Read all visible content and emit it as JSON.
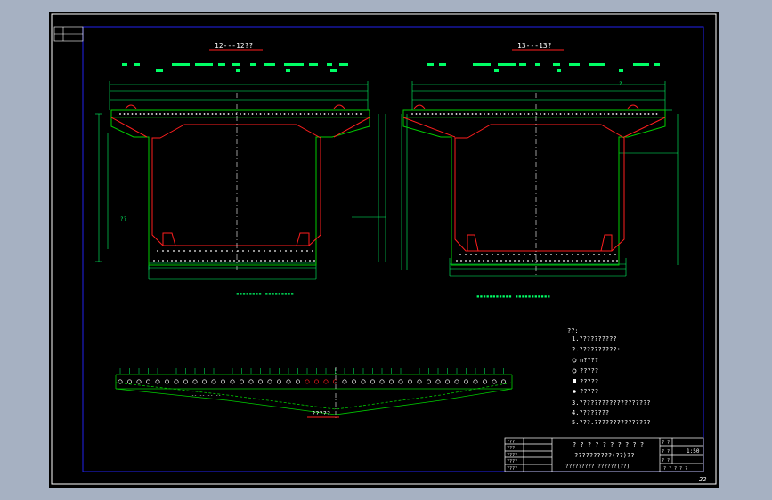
{
  "drawing": {
    "sheet_color": "#000000",
    "frame_color": "#2222ee",
    "line_colors": {
      "outline": "#00cc00",
      "section": "#ff1e1e",
      "dim": "#00ff66",
      "text": "#ffffff",
      "center": "#ffffff"
    },
    "section_left": {
      "title": "12---12??"
    },
    "section_right": {
      "title": "13---13?"
    },
    "label_L": "??",
    "label_R": "?",
    "duct_label": "?????",
    "notes": {
      "heading": "??:",
      "items": [
        "1.??????????",
        "2.??????????:",
        "n????",
        "?????",
        "?????",
        "?????",
        "3.???????????????????",
        "4.????????",
        "5.???.???????????????"
      ]
    },
    "title_block": {
      "title_line1": "? ? ? ? ? ? ? ? ? ?",
      "title_line2": "??????????(??)??",
      "title_line3": "????????? ??????(??)",
      "scale": "1:50",
      "sheet_no": "22",
      "left_rows": [
        "???",
        "???",
        "????",
        "????",
        "????"
      ],
      "right_rows": [
        "? ?",
        "? ?",
        "? ?",
        "? ? ? ? ?"
      ]
    }
  }
}
